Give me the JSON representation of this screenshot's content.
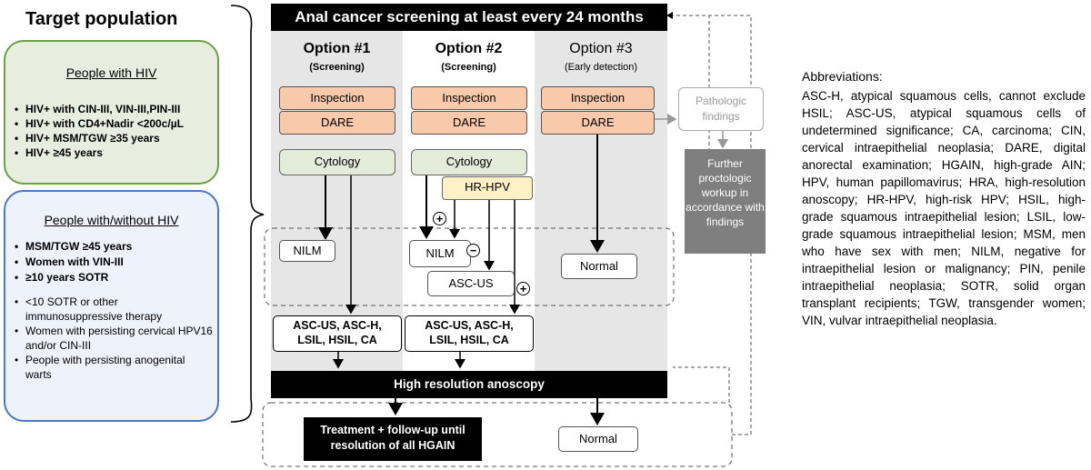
{
  "target": {
    "title": "Target population",
    "hiv": {
      "heading": "People with HIV",
      "items": [
        {
          "text": "HIV+ with CIN-III, VIN-III,PIN-III"
        },
        {
          "text": "HIV+ with CD4+Nadir <200c/µL"
        },
        {
          "text": "HIV+ MSM/TGW ≥35 years"
        },
        {
          "text": "HIV+ ≥45 years"
        }
      ]
    },
    "all": {
      "heading": "People with/without HIV",
      "bold_items": [
        {
          "text": "MSM/TGW ≥45 years"
        },
        {
          "text": "Women with VIN-III"
        },
        {
          "text": "≥10 years SOTR"
        }
      ],
      "items": [
        {
          "text": "<10 SOTR or other immunosuppressive therapy"
        },
        {
          "text": "Women with persisting cervical HPV16 and/or CIN-III"
        },
        {
          "text": "People with persisting anogenital warts"
        }
      ]
    }
  },
  "flow": {
    "banner": "Anal cancer screening at least every 24 months",
    "options": [
      {
        "name": "Option #1",
        "sub": "(Screening)"
      },
      {
        "name": "Option #2",
        "sub": "(Screening)"
      },
      {
        "name": "Option #3",
        "sub": "(Early detection)"
      }
    ],
    "inspection": "Inspection",
    "dare": "DARE",
    "cytology": "Cytology",
    "hrhpv": "HR-HPV",
    "nilm": "NILM",
    "ascus": "ASC-US",
    "normal": "Normal",
    "result_line1": "ASC-US, ASC-H,",
    "result_line2": "LSIL, HSIL, CA",
    "pathologic": "Pathologic findings",
    "further": "Further proctologic workup in accordance with findings",
    "hra": "High resolution anoscopy",
    "treatment": "Treatment + follow-up until resolution of all HGAIN",
    "plus": "+",
    "minus": "−"
  },
  "abbreviations": {
    "title": "Abbreviations:",
    "text": "ASC-H, atypical squamous cells, cannot exclude HSIL; ASC-US, atypical squamous cells of undetermined significance; CA, carcinoma; CIN, cervical intraepithelial neoplasia; DARE, digital anorectal examination; HGAIN, high-grade AIN; HPV, human papillomavirus; HRA, high-resolution anoscopy; HR-HPV, high-risk HPV; HSIL, high-grade squamous intraepithelial lesion; LSIL, low-grade squamous intraepithelial lesion; MSM, men who have sex with men; NILM, negative for intraepithelial lesion or malignancy; PIN, penile intraepithelial neoplasia; SOTR, solid organ transplant recipients; TGW, transgender women; VIN, vulvar intraepithelial neoplasia."
  },
  "colors": {
    "peach": "#f8c9ab",
    "green": "#e2ecd9",
    "yellow": "#fff1c5",
    "grey_col": "#e6e6e6",
    "hiv_border": "#6e9e4a",
    "all_border": "#4a78c2"
  }
}
